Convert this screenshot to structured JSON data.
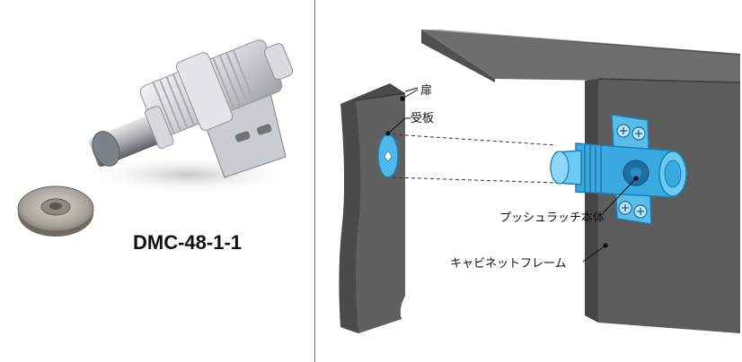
{
  "product": {
    "model": "DMC-48-1-1"
  },
  "diagram": {
    "labels": {
      "door": "扉",
      "strike_plate": "受板",
      "push_latch_body": "プッシュラッチ本体",
      "cabinet_frame": "キャビネットフレーム"
    }
  },
  "colors": {
    "frame_gray": "#5c5c5c",
    "latch_blue": "#3aa9e0",
    "latch_light_blue": "#6ccbf2",
    "divider": "#6b6b6b"
  }
}
